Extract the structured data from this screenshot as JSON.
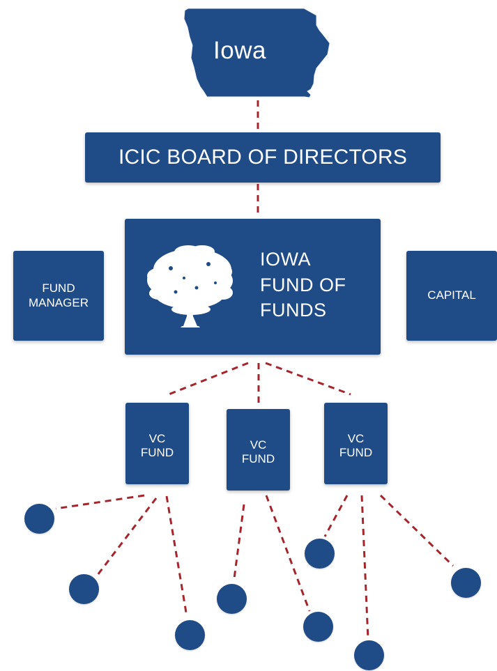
{
  "top": {
    "state_label": "Iowa"
  },
  "board": {
    "label": "ICIC BOARD OF DIRECTORS"
  },
  "fund_of_funds": {
    "line1": "IOWA",
    "line2": "FUND OF",
    "line3": "FUNDS"
  },
  "side_boxes": {
    "fund_manager_line1": "FUND",
    "fund_manager_line2": "MANAGER",
    "capital": "CAPITAL"
  },
  "vc_funds": [
    {
      "line1": "VC",
      "line2": "FUND"
    },
    {
      "line1": "VC",
      "line2": "FUND"
    },
    {
      "line1": "VC",
      "line2": "FUND"
    }
  ],
  "colors": {
    "navy": "#1f4b86",
    "connector_red": "#a5252c",
    "background": "#ffffff",
    "text": "#ffffff"
  },
  "icons": {
    "state_shape": "iowa-map-icon",
    "tree": "oak-tree-icon",
    "portfolio_node": "circle-node"
  }
}
